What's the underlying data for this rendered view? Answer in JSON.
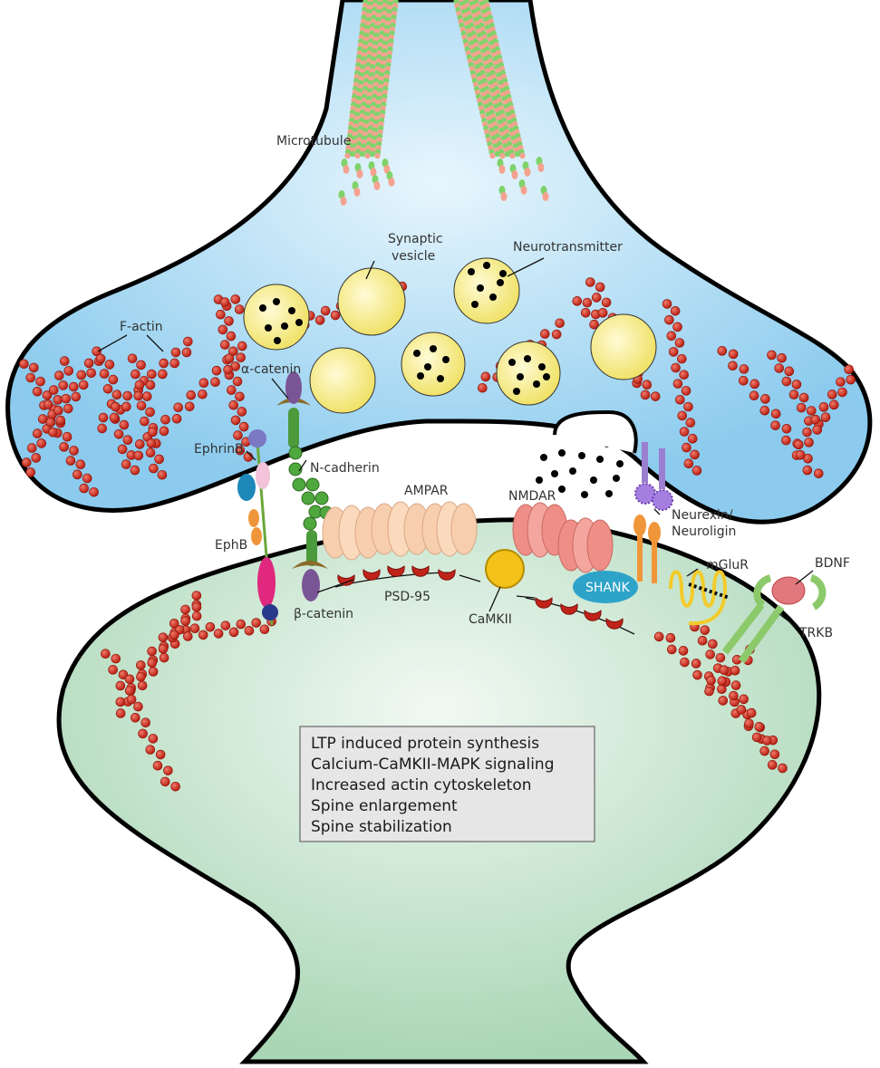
{
  "labels": {
    "microtubule": "Microtubule",
    "synaptic_vesicle_line1": "Synaptic",
    "synaptic_vesicle_line2": "vesicle",
    "neurotransmitter": "Neurotransmitter",
    "f_actin": "F-actin",
    "alpha_catenin": "α-catenin",
    "ephrinb": "EphrinB",
    "n_cadherin": "N-cadherin",
    "ampar": "AMPAR",
    "nmdar": "NMDAR",
    "neurexin": "Neurexin/",
    "neuroligin": "Neuroligin",
    "ephb": "EphB",
    "mglur": "mGluR",
    "bdnf": "BDNF",
    "shank": "SHANK",
    "psd95": "PSD-95",
    "beta_catenin": "β-catenin",
    "camkii": "CaMKII",
    "trkb": "TRKB"
  },
  "info_box": {
    "lines": [
      "LTP induced protein synthesis",
      "Calcium-CaMKII-MAPK signaling",
      "Increased actin cytoskeleton",
      "Spine enlargement",
      "Spine stabilization"
    ]
  },
  "colors": {
    "presynaptic_fill": "#a9d8f2",
    "postsynaptic_fill": "#bfe0c9",
    "vesicle": "#f7ef8a",
    "f_actin": "#cc2a1e",
    "ampar": "#f8cfae",
    "nmdar": "#f08e86",
    "shank": "#2ea3c9",
    "camkii": "#f2c11a",
    "psd95": "#c0231a",
    "box_fill": "#e6e6e6"
  }
}
